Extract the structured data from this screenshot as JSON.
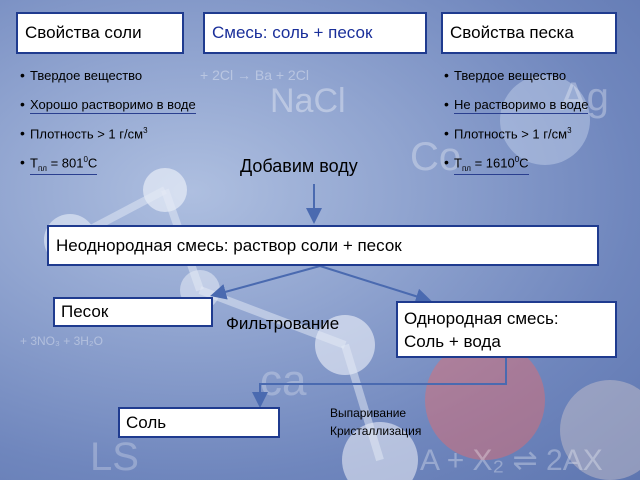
{
  "top_boxes": {
    "salt_props": "Свойства соли",
    "mixture": "Смесь: соль + песок",
    "sand_props": "Свойства песка"
  },
  "salt_list": [
    {
      "text": "Твердое вещество"
    },
    {
      "text": "Хорошо растворимо в воде"
    },
    {
      "pre": "Плотность > 1 г/см",
      "sup": "3"
    },
    {
      "pre": "Т",
      "sub": "пл",
      "post": " =  801",
      "sup2": "0",
      "tail": "С"
    }
  ],
  "sand_list": [
    {
      "text": "Твердое вещество"
    },
    {
      "text": "Не растворимо в воде"
    },
    {
      "pre": "Плотность > 1 г/см",
      "sup": "3"
    },
    {
      "pre": "Т",
      "sub": "пл",
      "post": " =  1610",
      "sup2": "0",
      "tail": "С"
    }
  ],
  "add_water": "Добавим воду",
  "hetero_mix": "Неоднородная смесь: раствор соли + песок",
  "sand_box": "Песок",
  "filtration": "Фильтрование",
  "homo_mix_line1": "Однородная смесь:",
  "homo_mix_line2": "Соль  + вода",
  "salt_box": "Соль",
  "evaporation": "Выпаривание",
  "crystallization": "Кристаллизация",
  "colors": {
    "border": "#1f3b8f",
    "arrow": "#4a6ab0",
    "mixture_text": "#1a2f9a"
  }
}
